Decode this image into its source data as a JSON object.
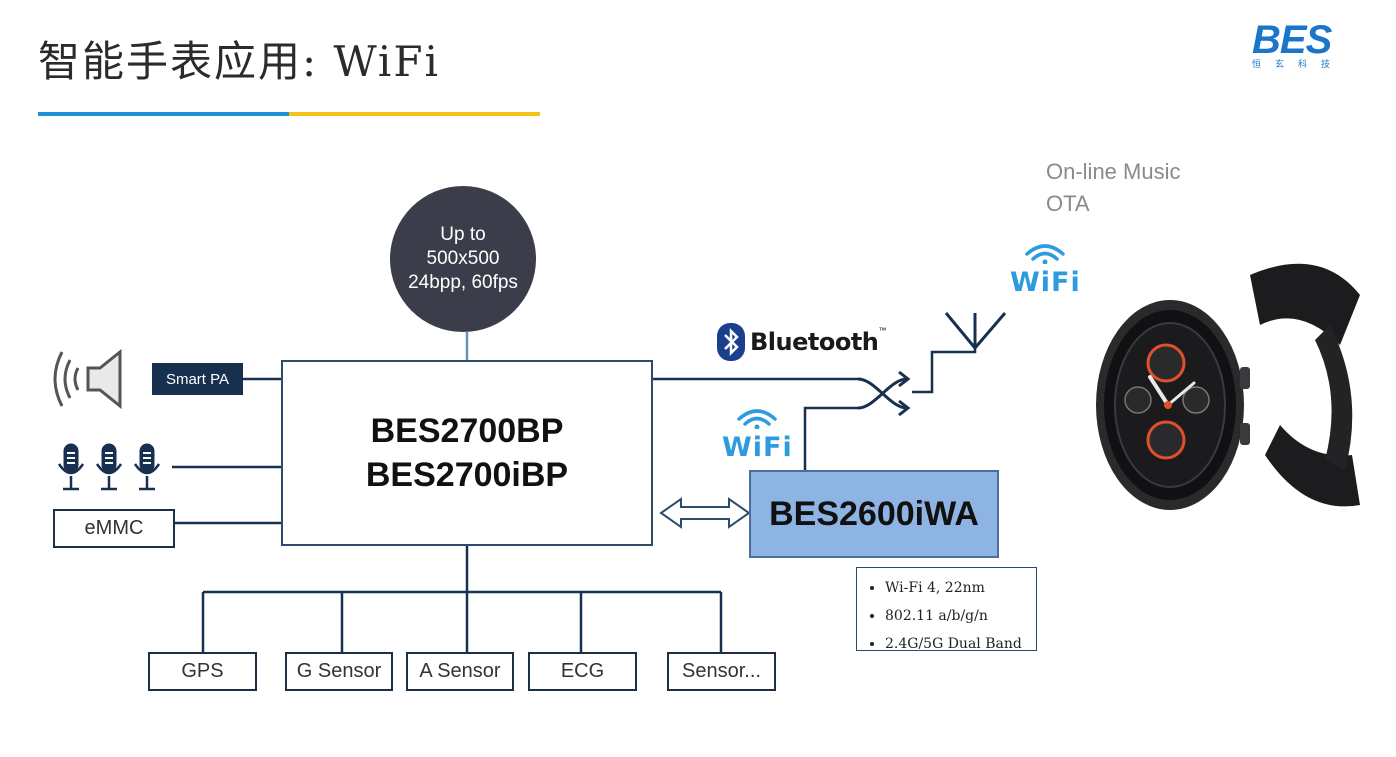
{
  "header": {
    "title": "智能手表应用: WiFi",
    "logo_text": "BES",
    "logo_sub": "恒玄科技"
  },
  "display": {
    "lines": [
      "Up to",
      "500x500",
      "24bpp, 60fps"
    ]
  },
  "main_chip": {
    "line1": "BES2700BP",
    "line2": "BES2700iBP"
  },
  "wifi_chip": {
    "label": "BES2600iWA",
    "specs": [
      "Wi-Fi 4, 22nm",
      "802.11 a/b/g/n",
      "2.4G/5G Dual Band"
    ]
  },
  "audio": {
    "smart_pa": "Smart PA"
  },
  "storage": {
    "emmc": "eMMC"
  },
  "sensors": [
    "GPS",
    "G Sensor",
    "A Sensor",
    "ECG",
    "Sensor..."
  ],
  "wireless": {
    "bluetooth": "Bluetooth",
    "tm": "™",
    "wifi_label": "WiFi"
  },
  "watch_features": [
    "On-line Music",
    "OTA"
  ],
  "colors": {
    "chip_blue": "#8eb4e3",
    "line_navy": "#17304f",
    "wifi_blue": "#2d9be0",
    "accent_blue": "#1e90d6",
    "accent_yellow": "#f4c31a"
  }
}
